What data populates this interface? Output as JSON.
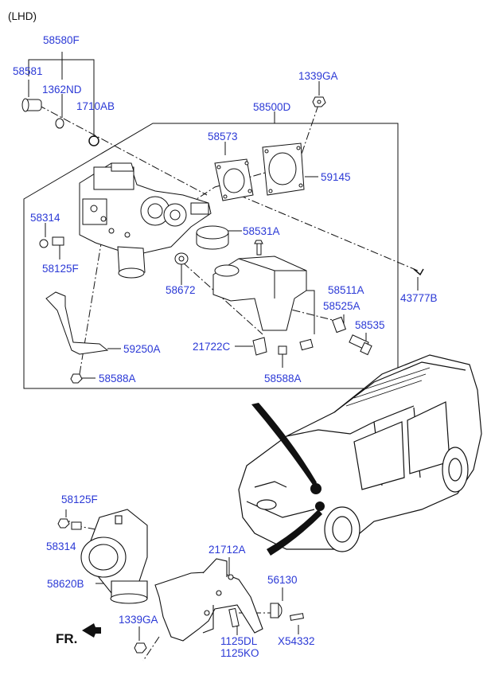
{
  "header": {
    "variant": "(LHD)"
  },
  "labels": {
    "p58580F": "58580F",
    "p58581": "58581",
    "p1362ND": "1362ND",
    "p1710AB": "1710AB",
    "p1339GA_top": "1339GA",
    "p58500D": "58500D",
    "p58573": "58573",
    "p59145": "59145",
    "p58314_top": "58314",
    "p58125F_top": "58125F",
    "p58531A": "58531A",
    "p58672": "58672",
    "p58511A": "58511A",
    "p58525A": "58525A",
    "p43777B": "43777B",
    "p58535": "58535",
    "p59250A": "59250A",
    "p21722C": "21722C",
    "p58588A_left": "58588A",
    "p58588A_right": "58588A",
    "p58125F_bot": "58125F",
    "p58314_bot": "58314",
    "p58620B": "58620B",
    "p21712A": "21712A",
    "p56130": "56130",
    "p1339GA_bot": "1339GA",
    "p1125DL": "1125DL",
    "p1125KO": "1125KO",
    "pX54332": "X54332"
  },
  "direction": {
    "text": "FR."
  },
  "colors": {
    "part_label": "#2b39d6",
    "line": "#111111"
  }
}
